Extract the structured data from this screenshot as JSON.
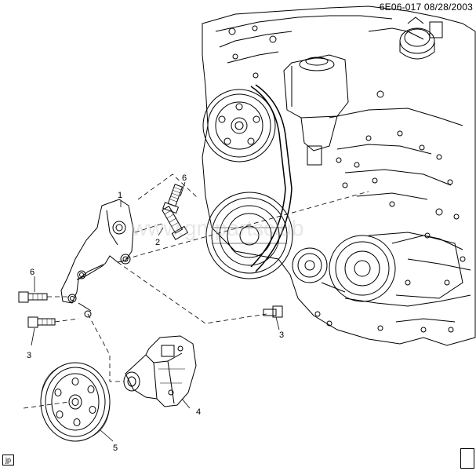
{
  "header": {
    "reference": "6E06-017  08/28/2003"
  },
  "callouts": [
    "1",
    "2",
    "3",
    "3",
    "4",
    "5",
    "6",
    "6"
  ],
  "watermark": "www.gmpartsclub",
  "footer": {
    "tag": "jp"
  }
}
